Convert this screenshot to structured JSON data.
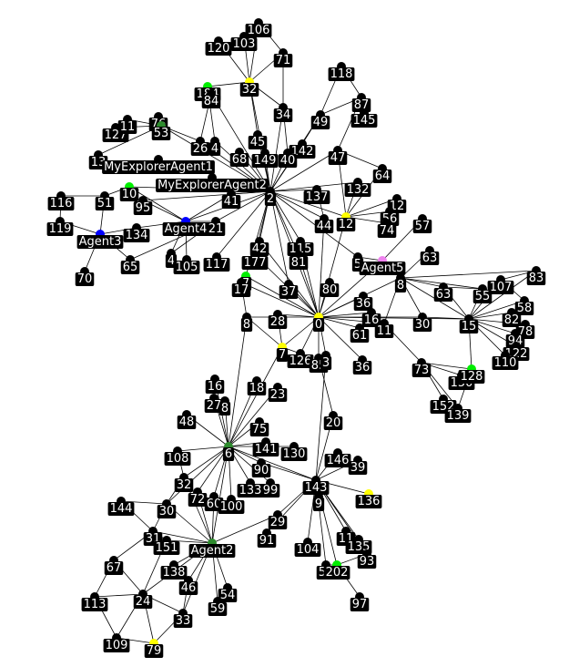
{
  "colors": {
    "default": "#000000",
    "yellow": "#ffff00",
    "green": "#00ee00",
    "darkgreen": "#2e8b2e",
    "blue": "#0000ff",
    "violet": "#ee82ee",
    "label_text": "#ffffff",
    "label_bg": "#000000"
  },
  "nodes": [
    {
      "id": "n106",
      "label": "106"
    },
    {
      "id": "n120",
      "label": "120"
    },
    {
      "id": "n103",
      "label": "103"
    },
    {
      "id": "n71",
      "label": "71"
    },
    {
      "id": "n32",
      "label": "32",
      "color": "yellow"
    },
    {
      "id": "n184",
      "label": "184",
      "color": "green"
    },
    {
      "id": "n84",
      "label": "84"
    },
    {
      "id": "n118",
      "label": "118"
    },
    {
      "id": "n87",
      "label": "87"
    },
    {
      "id": "n49",
      "label": "49"
    },
    {
      "id": "n145",
      "label": "145"
    },
    {
      "id": "n34",
      "label": "34"
    },
    {
      "id": "n76",
      "label": "76"
    },
    {
      "id": "n53",
      "label": "53",
      "color": "darkgreen"
    },
    {
      "id": "n127",
      "label": "127"
    },
    {
      "id": "n11a",
      "label": "11"
    },
    {
      "id": "n45",
      "label": "45"
    },
    {
      "id": "n26",
      "label": "26"
    },
    {
      "id": "n4a",
      "label": "4"
    },
    {
      "id": "n142",
      "label": "142"
    },
    {
      "id": "n68",
      "label": "68"
    },
    {
      "id": "n149",
      "label": "149"
    },
    {
      "id": "n40",
      "label": "40"
    },
    {
      "id": "n47",
      "label": "47"
    },
    {
      "id": "n13a",
      "label": "13"
    },
    {
      "id": "mea1",
      "label": "MyExplorerAgent1"
    },
    {
      "id": "n64",
      "label": "64"
    },
    {
      "id": "mea2",
      "label": "MyExplorerAgent2"
    },
    {
      "id": "n2",
      "label": "2"
    },
    {
      "id": "n137",
      "label": "137"
    },
    {
      "id": "n132",
      "label": "132"
    },
    {
      "id": "n116",
      "label": "116"
    },
    {
      "id": "n51",
      "label": "51"
    },
    {
      "id": "n10",
      "label": "10",
      "color": "green"
    },
    {
      "id": "n41",
      "label": "41"
    },
    {
      "id": "n95",
      "label": "95"
    },
    {
      "id": "n12a",
      "label": "12"
    },
    {
      "id": "n56",
      "label": "56"
    },
    {
      "id": "n74",
      "label": "74"
    },
    {
      "id": "n119",
      "label": "119"
    },
    {
      "id": "agent3",
      "label": "Agent3",
      "color": "blue"
    },
    {
      "id": "n134",
      "label": "134"
    },
    {
      "id": "agent4",
      "label": "Agent4",
      "color": "blue"
    },
    {
      "id": "n21",
      "label": "21"
    },
    {
      "id": "n44",
      "label": "44"
    },
    {
      "id": "n12",
      "label": "12",
      "color": "yellow"
    },
    {
      "id": "n57",
      "label": "57"
    },
    {
      "id": "n42",
      "label": "42"
    },
    {
      "id": "n115",
      "label": "115"
    },
    {
      "id": "n63a",
      "label": "63"
    },
    {
      "id": "n4b",
      "label": "4"
    },
    {
      "id": "n105",
      "label": "105"
    },
    {
      "id": "n117",
      "label": "117"
    },
    {
      "id": "n177",
      "label": "177"
    },
    {
      "id": "n81",
      "label": "81"
    },
    {
      "id": "n5",
      "label": "5"
    },
    {
      "id": "agent5",
      "label": "Agent5",
      "color": "violet"
    },
    {
      "id": "n65",
      "label": "65"
    },
    {
      "id": "n70",
      "label": "70"
    },
    {
      "id": "n7a",
      "label": "7",
      "color": "green"
    },
    {
      "id": "n17",
      "label": "17"
    },
    {
      "id": "n37",
      "label": "37"
    },
    {
      "id": "n80",
      "label": "80"
    },
    {
      "id": "n8a",
      "label": "8"
    },
    {
      "id": "n83",
      "label": "83"
    },
    {
      "id": "n107",
      "label": "107"
    },
    {
      "id": "n63",
      "label": "63"
    },
    {
      "id": "n55",
      "label": "55"
    },
    {
      "id": "n58",
      "label": "58"
    },
    {
      "id": "n36",
      "label": "36"
    },
    {
      "id": "n16a",
      "label": "16"
    },
    {
      "id": "n0",
      "label": "0",
      "color": "yellow"
    },
    {
      "id": "n28",
      "label": "28"
    },
    {
      "id": "n8b",
      "label": "8"
    },
    {
      "id": "n30",
      "label": "30"
    },
    {
      "id": "n15",
      "label": "15"
    },
    {
      "id": "n82",
      "label": "82"
    },
    {
      "id": "n78",
      "label": "78"
    },
    {
      "id": "n94",
      "label": "94"
    },
    {
      "id": "n61",
      "label": "61"
    },
    {
      "id": "n11",
      "label": "11"
    },
    {
      "id": "n7",
      "label": "7",
      "color": "yellow"
    },
    {
      "id": "n126",
      "label": "126"
    },
    {
      "id": "n85",
      "label": "85"
    },
    {
      "id": "n3",
      "label": "3"
    },
    {
      "id": "n122",
      "label": "122"
    },
    {
      "id": "n110",
      "label": "110"
    },
    {
      "id": "n73",
      "label": "73"
    },
    {
      "id": "n36b",
      "label": "36"
    },
    {
      "id": "n150",
      "label": "150"
    },
    {
      "id": "n128",
      "label": "128",
      "color": "green"
    },
    {
      "id": "n16",
      "label": "16"
    },
    {
      "id": "n18",
      "label": "18"
    },
    {
      "id": "n23",
      "label": "23"
    },
    {
      "id": "n152",
      "label": "152"
    },
    {
      "id": "n139",
      "label": "139"
    },
    {
      "id": "n27",
      "label": "27"
    },
    {
      "id": "n8c",
      "label": "8"
    },
    {
      "id": "n48",
      "label": "48"
    },
    {
      "id": "n20",
      "label": "20"
    },
    {
      "id": "n75",
      "label": "75"
    },
    {
      "id": "n6",
      "label": "6",
      "color": "darkgreen"
    },
    {
      "id": "n141",
      "label": "141"
    },
    {
      "id": "n108",
      "label": "108"
    },
    {
      "id": "n130",
      "label": "130"
    },
    {
      "id": "n146",
      "label": "146"
    },
    {
      "id": "n39",
      "label": "39"
    },
    {
      "id": "n90",
      "label": "90"
    },
    {
      "id": "n32b",
      "label": "32"
    },
    {
      "id": "n133",
      "label": "133"
    },
    {
      "id": "n99",
      "label": "99"
    },
    {
      "id": "n143",
      "label": "143"
    },
    {
      "id": "n9",
      "label": "9"
    },
    {
      "id": "n72",
      "label": "72"
    },
    {
      "id": "n60",
      "label": "60"
    },
    {
      "id": "n100",
      "label": "100"
    },
    {
      "id": "n144",
      "label": "144"
    },
    {
      "id": "n30b",
      "label": "30"
    },
    {
      "id": "n136",
      "label": "136",
      "color": "yellow"
    },
    {
      "id": "n29",
      "label": "29"
    },
    {
      "id": "n31",
      "label": "31"
    },
    {
      "id": "n151",
      "label": "151"
    },
    {
      "id": "n91",
      "label": "91"
    },
    {
      "id": "n104",
      "label": "104"
    },
    {
      "id": "n11b",
      "label": "11"
    },
    {
      "id": "n135",
      "label": "135"
    },
    {
      "id": "agent2",
      "label": "Agent2",
      "color": "darkgreen"
    },
    {
      "id": "n67",
      "label": "67"
    },
    {
      "id": "n138",
      "label": "138"
    },
    {
      "id": "n46",
      "label": "46"
    },
    {
      "id": "n52",
      "label": "52"
    },
    {
      "id": "n202",
      "label": "202",
      "color": "green"
    },
    {
      "id": "n93",
      "label": "93"
    },
    {
      "id": "n113",
      "label": "113"
    },
    {
      "id": "n24",
      "label": "24"
    },
    {
      "id": "n59",
      "label": "59"
    },
    {
      "id": "n54",
      "label": "54"
    },
    {
      "id": "n97",
      "label": "97"
    },
    {
      "id": "n33",
      "label": "33"
    },
    {
      "id": "n109",
      "label": "109"
    },
    {
      "id": "n79",
      "label": "79",
      "color": "yellow"
    }
  ]
}
